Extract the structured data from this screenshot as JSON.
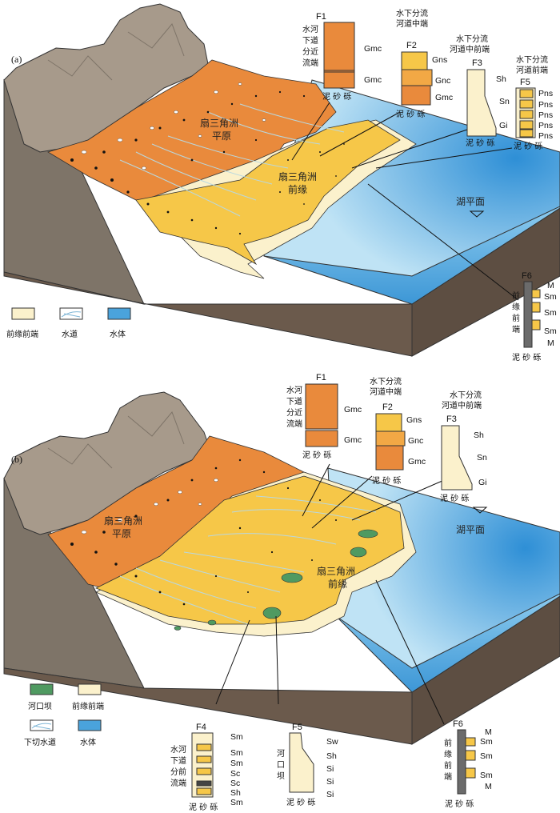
{
  "colors": {
    "plain": "#e98a3c",
    "front": "#f6c748",
    "fringe": "#fbf1cc",
    "water_top": "#7fc3ea",
    "water_side": "#4aa3dc",
    "mountain": "#a79a8b",
    "mountain_dark": "#7e7468",
    "base": "#6b5a4c",
    "bar": "#4f9a61"
  },
  "panel_a": {
    "tag": "(a)",
    "region_plain": [
      "扇三角洲",
      "平原"
    ],
    "region_front": [
      "扇三角洲",
      "前缘"
    ],
    "lake_level": "湖平面",
    "legend": [
      {
        "label": "前缘前端",
        "icon": "fringe-swatch"
      },
      {
        "label": "水道",
        "icon": "channel-swatch"
      },
      {
        "label": "水体",
        "icon": "water-swatch"
      }
    ],
    "columns": [
      {
        "id": "F1",
        "title": [
          "水河",
          "下道",
          "分近",
          "流端"
        ],
        "codes": [
          "Gmc",
          "Gmc"
        ],
        "axis": "泥 砂 砾"
      },
      {
        "id": "F2",
        "title": [
          "水下分流",
          "河道中端"
        ],
        "codes": [
          "Gns",
          "Gnc",
          "Gmc"
        ],
        "axis": "泥 砂 砾"
      },
      {
        "id": "F3",
        "title": [
          "水下分流",
          "河道中前端"
        ],
        "codes": [
          "Sh",
          "Sn",
          "Gi"
        ],
        "axis": "泥 砂 砾"
      },
      {
        "id": "F5",
        "title": [
          "水下分流",
          "河道前端"
        ],
        "codes": [
          "Pns",
          "Pns",
          "Pns",
          "Pns",
          "Pns"
        ],
        "axis": "泥 砂 砾"
      },
      {
        "id": "F6",
        "title": [
          "前",
          "缘",
          "前",
          "端"
        ],
        "codes": [
          "M",
          "Sm",
          "Sm",
          "Sm",
          "M"
        ],
        "axis": "泥 砂 砾"
      }
    ]
  },
  "panel_b": {
    "tag": "(b)",
    "region_plain": [
      "扇三角洲",
      "平原"
    ],
    "region_front": [
      "扇三角洲",
      "前缘"
    ],
    "lake_level": "湖平面",
    "legend": [
      {
        "label": "河口坝",
        "icon": "bar-swatch"
      },
      {
        "label": "前缘前端",
        "icon": "fringe-swatch"
      },
      {
        "label": "下切水道",
        "icon": "incised-channel-swatch"
      },
      {
        "label": "水体",
        "icon": "water-swatch"
      }
    ],
    "columns": [
      {
        "id": "F1",
        "title": [
          "水河",
          "下道",
          "分近",
          "流端"
        ],
        "codes": [
          "Gmc",
          "Gmc"
        ],
        "axis": "泥 砂 砾"
      },
      {
        "id": "F2",
        "title": [
          "水下分流",
          "河道中端"
        ],
        "codes": [
          "Gns",
          "Gnc",
          "Gmc"
        ],
        "axis": "泥 砂 砾"
      },
      {
        "id": "F3",
        "title": [
          "水下分流",
          "河道中前端"
        ],
        "codes": [
          "Sh",
          "Sn",
          "Gi"
        ],
        "axis": "泥 砂 砾"
      },
      {
        "id": "F4",
        "title": [
          "水河",
          "下道",
          "分前",
          "流端"
        ],
        "codes": [
          "Sm",
          "Sm",
          "Sm",
          "Sc",
          "Sc",
          "Sh",
          "Sm"
        ],
        "axis": "泥 砂 砾"
      },
      {
        "id": "F5",
        "title": [
          "河",
          "口",
          "坝"
        ],
        "codes": [
          "Sw",
          "Sh",
          "Si",
          "Si",
          "Si"
        ],
        "axis": "泥 砂 砾"
      },
      {
        "id": "F6",
        "title": [
          "前",
          "缘",
          "前",
          "端"
        ],
        "codes": [
          "M",
          "Sm",
          "Sm",
          "Sm",
          "M"
        ],
        "axis": "泥 砂 砾"
      }
    ]
  }
}
